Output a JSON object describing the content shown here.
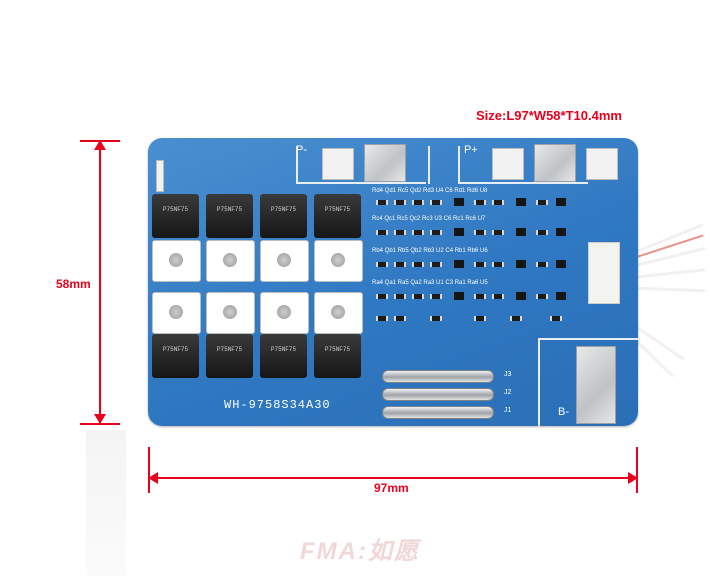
{
  "size_label": "Size:L97*W58*T10.4mm",
  "height_label": "58mm",
  "width_label": "97mm",
  "board_label": "WH-9758S34A30",
  "terminals": {
    "p_minus": "P-",
    "p_plus": "P+",
    "b_minus": "B-"
  },
  "jumpers": [
    "J3",
    "J2",
    "J1"
  ],
  "silkscreen_rows": [
    "Rd4 Qd1 Rc5 Qd2 Rd3 U4 C6 Rd1 Rd6 U8",
    "Rc4 Qc1 Rc5 Qc2 Rc3 U3 C6 Rc1 Rc6 U7",
    "Rb4 Qb1 Rb5 Qb2 Rb3 U2 C4 Rb1 Rb6 U6",
    "Ra4 Qa1 Ra5 Qa2 Ra3 U1 C3 Ra1 Ra6 U5"
  ],
  "mosfet_markings": [
    "P75NF75",
    "P75NF75",
    "P75NF75",
    "P75NF75",
    "P75NF75",
    "P75NF75",
    "P75NF75",
    "P75NF75"
  ],
  "watermark": "FMA:如愿",
  "colors": {
    "dimension": "#e8001c",
    "pcb": "#2f78c2",
    "size_text": "#e8001c"
  }
}
